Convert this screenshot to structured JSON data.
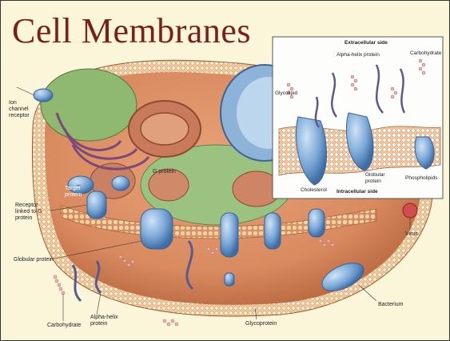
{
  "title": "Cell Membranes",
  "labels": {
    "ion_channel_receptor": "Ion channel receptor",
    "target_protein": "Target protein",
    "receptor_linked": "Receptor linked to G protein",
    "globular_protein": "Globular protein",
    "alpha_helix_protein": "Alpha-helix protein",
    "carbohydrate": "Carbohydrate",
    "glycoprotein": "Glycoprotein",
    "bacterium": "Bacterium",
    "virus": "Virus",
    "g_protein": "G protein"
  },
  "inset": {
    "extracellular": "Extracellular side",
    "alpha_helix_protein": "Alpha-helix protein",
    "carbohydrate": "Carbohydrate",
    "glycolipid": "Glycolipid",
    "cholesterol": "Cholesterol",
    "intracellular": "Intracellular side",
    "globular_protein": "Globular protein",
    "phospholipids": "Phospholipids"
  },
  "colors": {
    "title": "#7b1f1a",
    "background": "#fbf6da",
    "membrane": "#e8b27a",
    "protein": "#7aa7d6",
    "cytoplasm": "#d98a5f"
  }
}
